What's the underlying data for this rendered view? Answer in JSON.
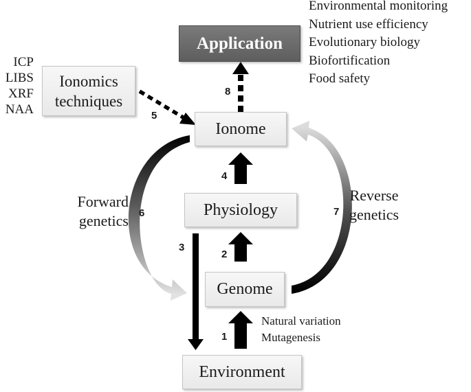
{
  "boxes": {
    "application": "Application",
    "ionomics_line1": "Ionomics",
    "ionomics_line2": "techniques",
    "ionome": "Ionome",
    "physiology": "Physiology",
    "genome": "Genome",
    "environment": "Environment"
  },
  "applications": [
    "Environmental monitoring",
    "Nutrient use efficiency",
    "Evolutionary biology",
    "Biofortification",
    "Food safety"
  ],
  "techniques": [
    "ICP",
    "LIBS",
    "XRF",
    "NAA"
  ],
  "labels": {
    "forward_line1": "Forward",
    "forward_line2": "genetics",
    "reverse_line1": "Reverse",
    "reverse_line2": "genetics",
    "natural_variation": "Natural variation",
    "mutagenesis": "Mutagenesis"
  },
  "numbers": {
    "n1": "1",
    "n2": "2",
    "n3": "3",
    "n4": "4",
    "n5": "5",
    "n6": "6",
    "n7": "7",
    "n8": "8"
  },
  "colors": {
    "arrow_black": "#000000",
    "arrow_grey_light": "#e0e0e0",
    "application_box": "#6b6b6b"
  }
}
